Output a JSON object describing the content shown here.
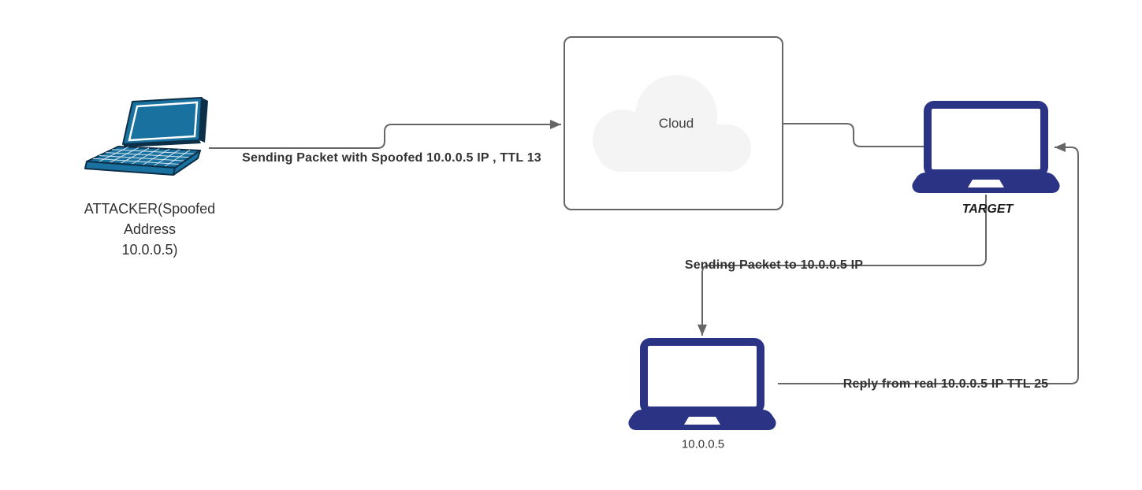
{
  "nodes": {
    "attacker": {
      "label_line1": "ATTACKER(Spoofed",
      "label_line2": "Address",
      "label_line3": "10.0.0.5)"
    },
    "cloud": {
      "label": "Cloud"
    },
    "target": {
      "label": "TARGET"
    },
    "real_host": {
      "label": "10.0.0.5"
    }
  },
  "edge_labels": {
    "attacker_to_cloud": "Sending Packet with Spoofed 10.0.0.5 IP , TTL 13",
    "target_to_real_host": "Sending Packet to 10.0.0.5 IP",
    "real_host_to_target": "Reply from real 10.0.0.5 IP TTL 25"
  },
  "colors": {
    "canvas_bg": "#ffffff",
    "connector": "#666666",
    "edge_label": "#333333",
    "node_label": "#333333",
    "box_border": "#666666",
    "cloud_fill": "#f4f4f4",
    "laptop_navy": "#2b3484",
    "laptop_teal": "#19719f",
    "laptop_teal_dark": "#0d3048"
  }
}
